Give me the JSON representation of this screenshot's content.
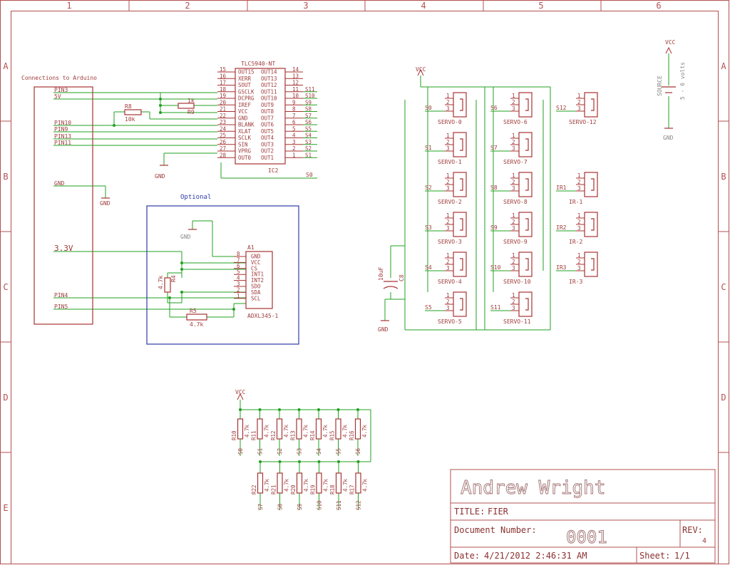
{
  "frame": {
    "columns": [
      "1",
      "2",
      "3",
      "4",
      "5",
      "6"
    ],
    "rows": [
      "A",
      "B",
      "C",
      "D",
      "E"
    ]
  },
  "arduino": {
    "title": "Connections to Arduino",
    "pins": [
      "PIN3",
      "5V",
      "PIN10",
      "PIN9",
      "PIN13",
      "PIN11",
      "GND",
      "3.3V",
      "PIN4",
      "PIN5"
    ]
  },
  "ic2": {
    "title": "TLC5940-NT",
    "ref": "IC2",
    "left_nums": [
      "15",
      "16",
      "17",
      "18",
      "19",
      "20",
      "21",
      "22",
      "23",
      "24",
      "25",
      "26",
      "27",
      "28"
    ],
    "left_names": [
      "OUT15",
      "XERR",
      "SOUT",
      "GSCLK",
      "DCPRG",
      "IREF",
      "VCC",
      "GND",
      "BLANK",
      "XLAT",
      "SCLK",
      "SIN",
      "VPRG",
      "OUT0"
    ],
    "right_names": [
      "OUT14",
      "OUT13",
      "OUT12",
      "OUT11",
      "OUT10",
      "OUT9",
      "OUT8",
      "OUT7",
      "OUT6",
      "OUT5",
      "OUT4",
      "OUT3",
      "OUT2",
      "OUT1"
    ],
    "right_nums": [
      "14",
      "13",
      "12",
      "11",
      "10",
      "9",
      "8",
      "7",
      "6",
      "5",
      "4",
      "3",
      "2",
      "1"
    ],
    "signals": [
      "S11",
      "S10",
      "S9",
      "S8",
      "S7",
      "S6",
      "S5",
      "S4",
      "S3",
      "S2",
      "S1"
    ],
    "s0": "S0",
    "gnd": "GND"
  },
  "resistors_top": {
    "r8_name": "R8",
    "r8_value": "10k",
    "r9_name": "R9",
    "r9_value": "1k"
  },
  "optional": {
    "title": "Optional",
    "gnd": "GND",
    "part_ref": "A1",
    "part_name": "ADXL345-1",
    "pins": [
      "GND",
      "VCC",
      "CS",
      "INT1",
      "INT2",
      "SDO",
      "SDA",
      "SCL"
    ],
    "pin_nums": [
      "8",
      "7",
      "6",
      "5",
      "4",
      "3",
      "2",
      "1"
    ],
    "r4_name": "R4",
    "r4_value": "4.7k",
    "r5_name": "R5",
    "r5_value": "4.7k"
  },
  "arduino_gnd": "GND",
  "servos": {
    "vcc": "VCC",
    "gnd": "GND",
    "cap_name": "C8",
    "cap_value": "10uF",
    "col1": [
      {
        "sig": "S0",
        "name": "SERVO-0"
      },
      {
        "sig": "S1",
        "name": "SERVO-1"
      },
      {
        "sig": "S2",
        "name": "SERVO-2"
      },
      {
        "sig": "S3",
        "name": "SERVO-3"
      },
      {
        "sig": "S4",
        "name": "SERVO-4"
      },
      {
        "sig": "S5",
        "name": "SERVO-5"
      }
    ],
    "col2": [
      {
        "sig": "S6",
        "name": "SERVO-6"
      },
      {
        "sig": "S7",
        "name": "SERVO-7"
      },
      {
        "sig": "S8",
        "name": "SERVO-8"
      },
      {
        "sig": "S9",
        "name": "SERVO-9"
      },
      {
        "sig": "S10",
        "name": "SERVO-10"
      },
      {
        "sig": "S11",
        "name": "SERVO-11"
      }
    ],
    "col3": [
      {
        "sig": "S12",
        "name": "SERVO-12"
      },
      {
        "sig": "IR1",
        "name": "IR-1"
      },
      {
        "sig": "IR2",
        "name": "IR-2"
      },
      {
        "sig": "IR3",
        "name": "IR-3"
      }
    ]
  },
  "source": {
    "vcc": "VCC",
    "label": "SOURCE",
    "volts": "5 - 6 volts",
    "gnd": "GND"
  },
  "pullups": {
    "vcc": "VCC",
    "row1": [
      {
        "name": "R10",
        "sig": "S0"
      },
      {
        "name": "R11",
        "sig": "S1"
      },
      {
        "name": "R12",
        "sig": "S2"
      },
      {
        "name": "R13",
        "sig": "S3"
      },
      {
        "name": "R14",
        "sig": "S4"
      },
      {
        "name": "R15",
        "sig": "S5"
      },
      {
        "name": "R16",
        "sig": "S6"
      }
    ],
    "row2": [
      {
        "name": "R22",
        "sig": "S7"
      },
      {
        "name": "R21",
        "sig": "S8"
      },
      {
        "name": "R20",
        "sig": "S9"
      },
      {
        "name": "R19",
        "sig": "S10"
      },
      {
        "name": "R18",
        "sig": "S11"
      },
      {
        "name": "R17",
        "sig": "S12"
      }
    ],
    "value": "4.7k"
  },
  "title_block": {
    "author": "Andrew Wright",
    "title_label": "TITLE:",
    "title_value": "FIER",
    "docnum_label": "Document Number:",
    "docnum_value": "0001",
    "rev_label": "REV:",
    "rev_value": "4",
    "date_label": "Date:",
    "date_value": "4/21/2012 2:46:31 AM",
    "sheet_label": "Sheet:",
    "sheet_value": "1/1"
  }
}
